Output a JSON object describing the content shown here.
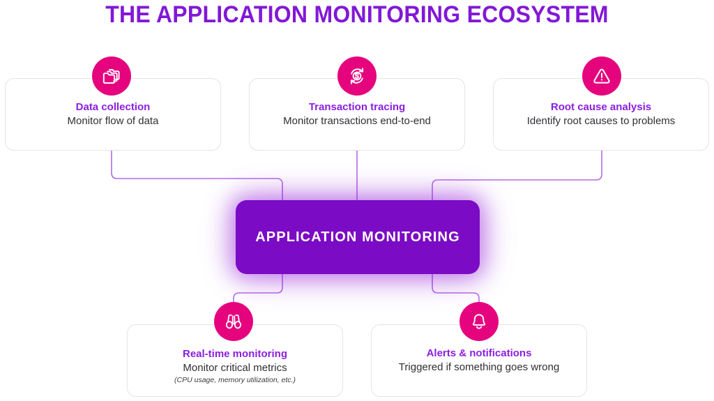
{
  "header": {
    "title": "THE APPLICATION MONITORING ECOSYSTEM",
    "title_color": "#8218d6"
  },
  "central_node": {
    "label": "APPLICATION MONITORING",
    "bg_color": "#7b0bc4",
    "text_color": "#ffffff"
  },
  "theme": {
    "accent_purple": "#8c1ee0",
    "icon_pink": "#e6047e",
    "connector_color": "#b36ae8",
    "card_border": "#e4e4e8",
    "body_text": "#2f2f35",
    "background": "#ffffff"
  },
  "nodes": [
    {
      "id": "data-collection",
      "icon": "folders-icon",
      "title": "Data collection",
      "description": "Monitor flow of data",
      "note": "",
      "position": "top-left"
    },
    {
      "id": "transaction-tracing",
      "icon": "refresh-dollar-icon",
      "title": "Transaction tracing",
      "description": "Monitor transactions end-to-end",
      "note": "",
      "position": "top-center"
    },
    {
      "id": "root-cause-analysis",
      "icon": "warning-triangle-icon",
      "title": "Root cause analysis",
      "description": "Identify root causes to problems",
      "note": "",
      "position": "top-right"
    },
    {
      "id": "real-time-monitoring",
      "icon": "binoculars-icon",
      "title": "Real-time monitoring",
      "description": "Monitor critical metrics",
      "note": "(CPU usage, memory utilization, etc.)",
      "position": "bottom-left"
    },
    {
      "id": "alerts-notifications",
      "icon": "bell-icon",
      "title": "Alerts & notifications",
      "description": "Triggered if something goes wrong",
      "note": "",
      "position": "bottom-right"
    }
  ],
  "connectors": [
    {
      "from": "data-collection",
      "to": "central-node"
    },
    {
      "from": "transaction-tracing",
      "to": "central-node"
    },
    {
      "from": "root-cause-analysis",
      "to": "central-node"
    },
    {
      "from": "central-node",
      "to": "real-time-monitoring"
    },
    {
      "from": "central-node",
      "to": "alerts-notifications"
    }
  ]
}
